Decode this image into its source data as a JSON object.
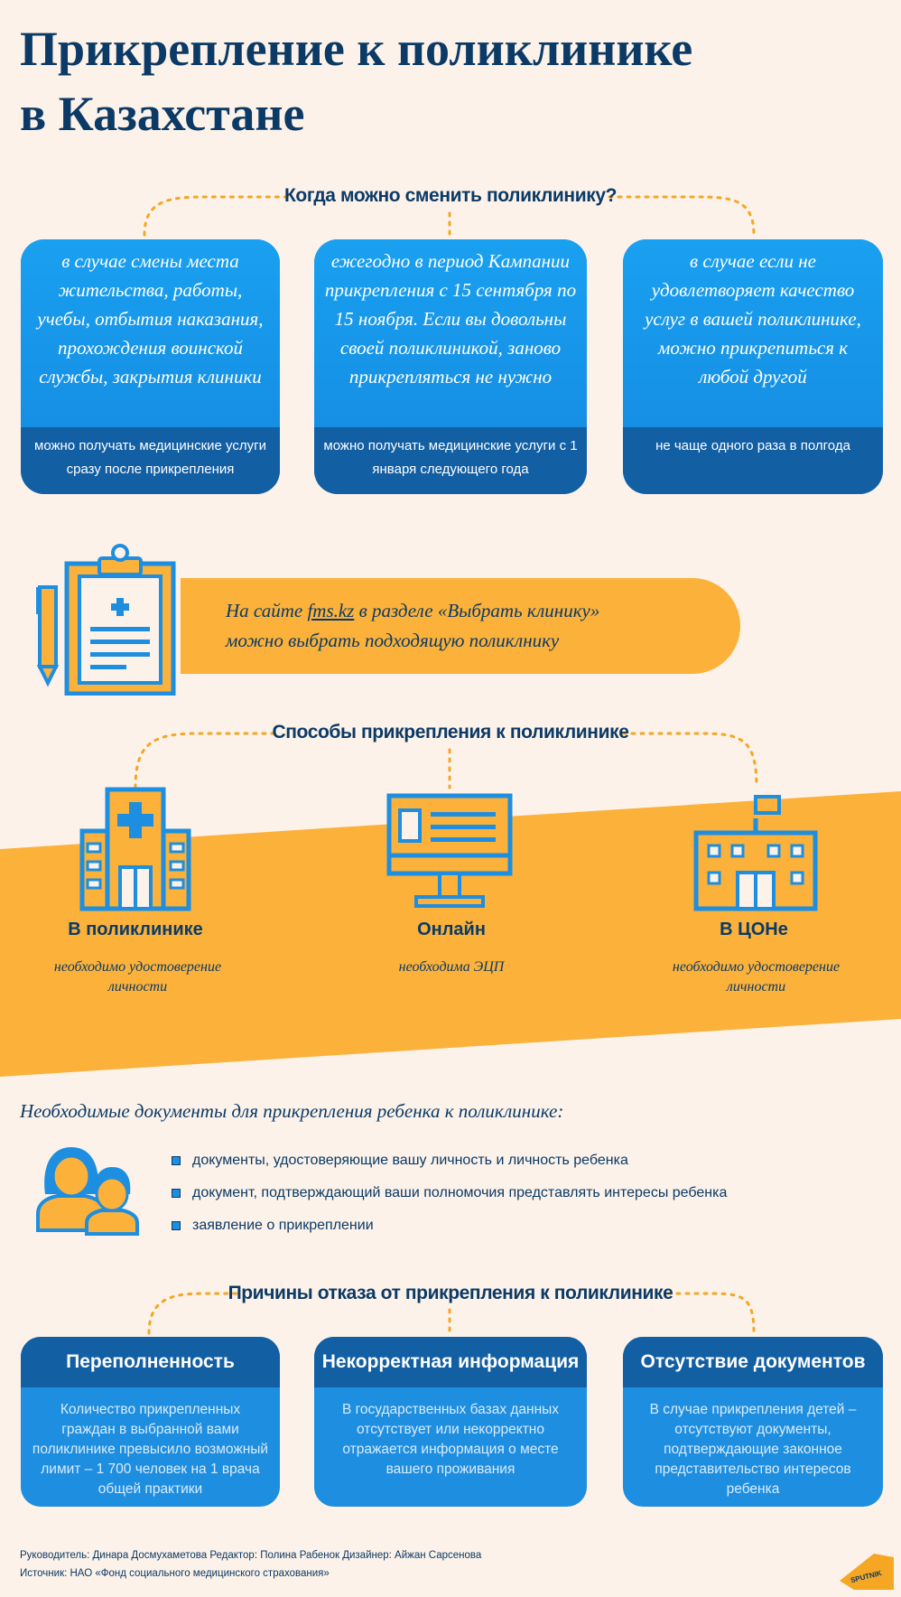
{
  "title_line1": "Прикрепление к поликлинике",
  "title_line2": "в Казахстане",
  "when": {
    "heading": "Когда можно сменить поликлинику?",
    "cards": [
      {
        "text": "в случае смены места жительства, работы, учебы, отбытия наказания, прохождения воинской службы, закрытия клиники",
        "note": "можно получать медицинские услуги сразу после прикрепления"
      },
      {
        "text": "ежегодно в период Кампании прикрепления с 15 сентября по 15 ноября. Если вы довольны своей поликлиникой, заново прикрепляться не нужно",
        "note": "можно получать медицинские услуги с 1 января следующего года"
      },
      {
        "text": "в случае если не удовлетворяет качество услуг в вашей поликлинике, можно прикрепиться к любой другой",
        "note": "не чаще одного раза в полгода"
      }
    ]
  },
  "banner": {
    "prefix": "На сайте ",
    "link": "fms.kz",
    "suffix": " в разделе «Выбрать клинику»",
    "line2": "можно выбрать подходящую поликлнику"
  },
  "methods": {
    "heading": "Способы прикрепления к поликлинике",
    "items": [
      {
        "title": "В поликлинике",
        "sub": "необходимо удостоверение личности",
        "icon": "hospital-icon"
      },
      {
        "title": "Онлайн",
        "sub": "необходима ЭЦП",
        "icon": "monitor-icon"
      },
      {
        "title": "В ЦОНе",
        "sub": "необходимо удостоверение личности",
        "icon": "public-building-icon"
      }
    ]
  },
  "docs": {
    "heading": "Необходимые документы для прикрепления ребенка к поликлинике:",
    "items": [
      "документы, удостоверяющие вашу личность и личность ребенка",
      "документ, подтверждающий ваши полномочия представлять интересы ребенка",
      "заявление  о прикреплении"
    ]
  },
  "refusal": {
    "heading": "Причины отказа от прикрепления к поликлинике",
    "cards": [
      {
        "title": "Переполненность",
        "text": "Количество прикрепленных граждан в выбранной вами поликлинике превысило возможный лимит – 1 700 человек на 1 врача общей практики"
      },
      {
        "title": "Некорректная информация",
        "text": "В государственных базах данных отсутствует или некорректно отражается информация о месте вашего проживания"
      },
      {
        "title": "Отсутствие документов",
        "text": "В случае прикрепления детей – отсутствуют документы, подтверждающие законное представительство интересов ребенка"
      }
    ]
  },
  "credits": {
    "line1": "Руководитель: Динара Досмухаметова   Редактор: Полина Рабенок   Дизайнер: Айжан Сарсенова",
    "line2": "Источник: НАО «Фонд социального медицинского страхования»"
  },
  "logo": "SPUTNIK",
  "colors": {
    "navy": "#0b3a66",
    "blue": "#1aa0f0",
    "dark_blue": "#125fa4",
    "orange": "#fbb13a",
    "background": "#fcf2e9"
  }
}
